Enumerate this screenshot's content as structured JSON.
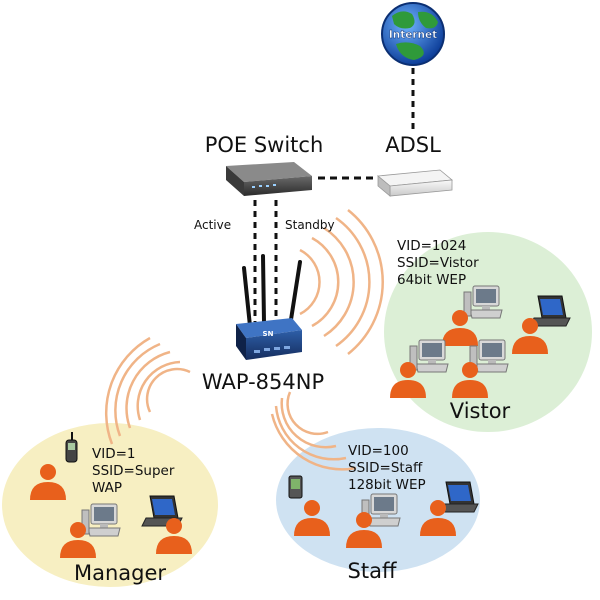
{
  "internet": {
    "label": "Internet"
  },
  "devices": {
    "poe_switch": "POE Switch",
    "adsl": "ADSL",
    "router": "WAP-854NP",
    "router_badge": "SN"
  },
  "links": {
    "active": "Active",
    "standby": "Standby"
  },
  "groups": {
    "visitor": {
      "line1": "VID=1024",
      "line2": "SSID=Vistor",
      "line3": "64bit WEP",
      "name": "Vistor"
    },
    "manager": {
      "line1": "VID=1",
      "line2": "SSID=Super",
      "line3": "WAP",
      "name": "Manager"
    },
    "staff": {
      "line1": "VID=100",
      "line2": "SSID=Staff",
      "line3": "128bit WEP",
      "name": "Staff"
    }
  },
  "colors": {
    "visitor_zone": "#dcefd6",
    "manager_zone": "#f7efc2",
    "staff_zone": "#cfe2f2",
    "person": "#e8601c",
    "wave": "#f0b487",
    "globe_ocean": "#2a6fd0",
    "globe_land": "#2f9a3a"
  }
}
